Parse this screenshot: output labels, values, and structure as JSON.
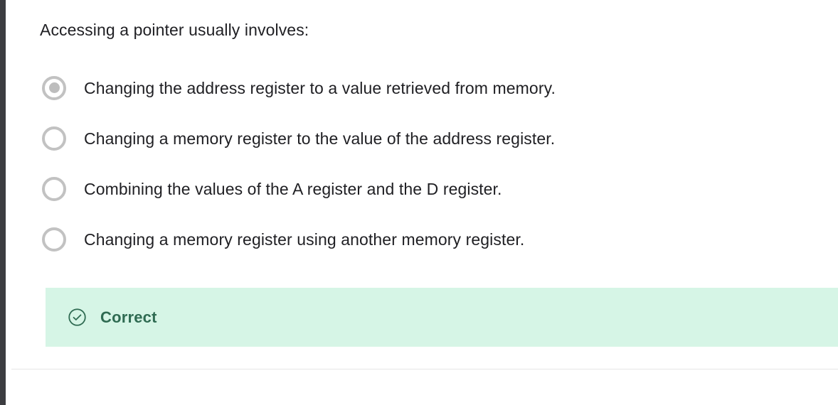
{
  "theme": {
    "page_background": "#ffffff",
    "left_rail_color": "#3c3d41",
    "text_color": "#1f1f23",
    "radio_border_color": "#c2c2c2",
    "radio_dot_color": "#bdbdbd",
    "banner_background": "#d6f5e6",
    "banner_text_color": "#2f6b52",
    "divider_color": "#e6e6e6"
  },
  "question": {
    "stem": "Accessing a pointer usually involves:",
    "options": [
      {
        "label": "Changing the address register to a value retrieved from memory.",
        "selected": true
      },
      {
        "label": "Changing a memory register to the value of the address register.",
        "selected": false
      },
      {
        "label": "Combining the values of the A register and the D register.",
        "selected": false
      },
      {
        "label": "Changing a memory register using another memory register.",
        "selected": false
      }
    ]
  },
  "feedback": {
    "status": "Correct",
    "icon": "check-circle-icon"
  }
}
